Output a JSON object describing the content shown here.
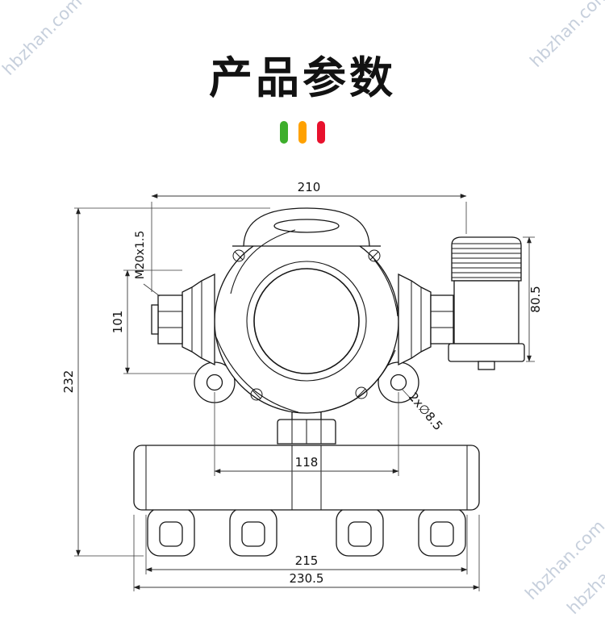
{
  "page": {
    "title": "产品参数",
    "watermark": "hbzhan.com"
  },
  "accent_bars": {
    "colors": [
      "#3dae2b",
      "#ffa100",
      "#e8112d"
    ]
  },
  "drawing": {
    "dims": {
      "overall_width": "210",
      "overall_height": "232",
      "left_height": "101",
      "thread_spec": "M20x1.5",
      "sensor_height": "80.5",
      "hole_note": "2x∅8.5",
      "hole_pitch": "118",
      "bracket_width": "215",
      "base_width": "230.5"
    }
  }
}
